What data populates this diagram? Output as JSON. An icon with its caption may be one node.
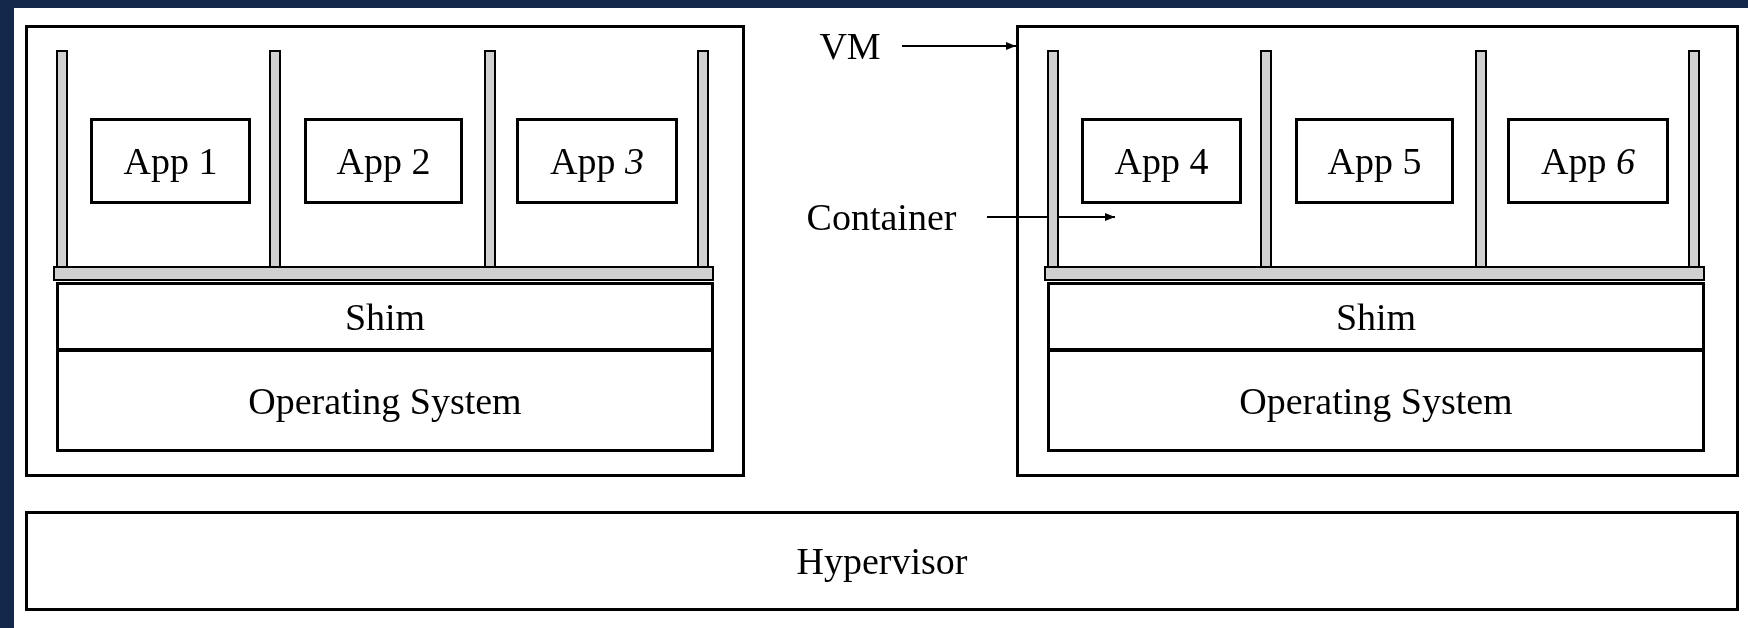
{
  "diagram": {
    "nodes": [
      {
        "text": [],
        "shape": "box"
      },
      {
        "text": [
          "App 1"
        ],
        "in": 0
      },
      {
        "text": [
          "App 2"
        ],
        "in": 0
      },
      {
        "text": [
          "App *3*"
        ],
        "in": 0
      },
      {
        "text": [
          "Shim"
        ],
        "in": 0
      },
      {
        "text": [
          "Operating System"
        ],
        "in": 0
      },
      {
        "text": [],
        "shape": "box"
      },
      {
        "text": [],
        "shape": "box",
        "in": 6
      },
      {
        "text": [
          "App 4"
        ],
        "in": 7
      },
      {
        "text": [
          "App 5"
        ],
        "in": 6
      },
      {
        "text": [
          "App *6*"
        ],
        "in": 6
      },
      {
        "text": [
          "Shim"
        ],
        "in": 6
      },
      {
        "text": [
          "Operating System"
        ],
        "in": 6
      },
      {
        "text": [
          "VM"
        ]
      },
      {
        "text": [
          "Container"
        ]
      },
      {
        "text": [
          "Hypervisor"
        ]
      }
    ],
    "edges": [
      {
        "from": 13,
        "to": 6,
        "arrow": "to"
      },
      {
        "from": 14,
        "to": 7,
        "arrow": "to"
      }
    ]
  }
}
